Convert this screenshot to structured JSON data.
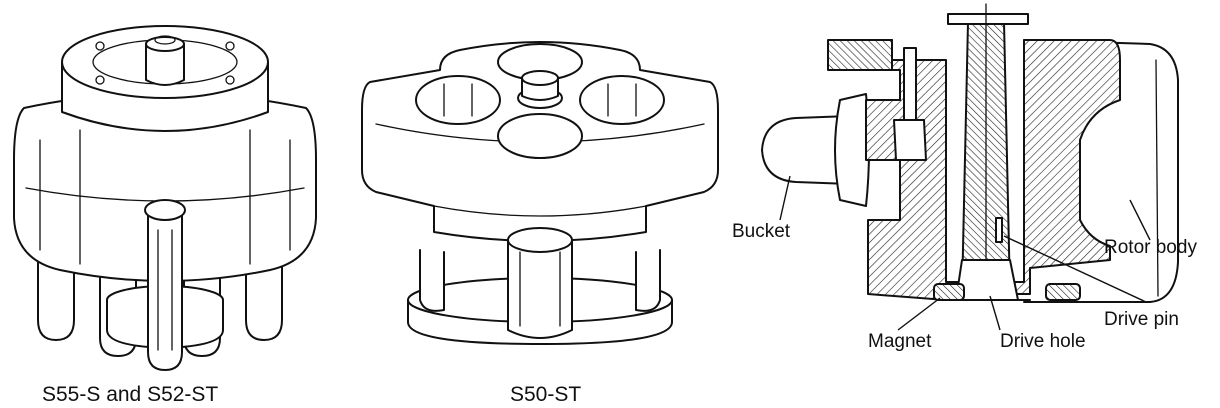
{
  "figures": [
    {
      "caption": "S55-S and S52-ST"
    },
    {
      "caption": "S50-ST"
    },
    {
      "caption": ""
    }
  ],
  "callouts": {
    "bucket": "Bucket",
    "rotor_body": "Rotor body",
    "drive_pin": "Drive pin",
    "magnet": "Magnet",
    "drive_hole": "Drive hole"
  }
}
